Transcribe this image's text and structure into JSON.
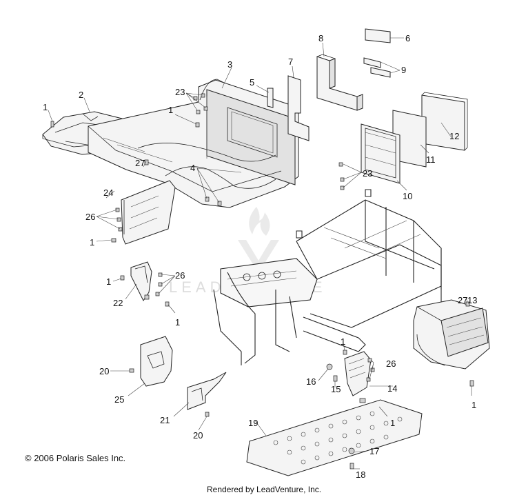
{
  "callouts": [
    {
      "id": "c1a",
      "text": "1"
    },
    {
      "id": "c2",
      "text": "2"
    },
    {
      "id": "c3",
      "text": "3"
    },
    {
      "id": "c5",
      "text": "5"
    },
    {
      "id": "c7",
      "text": "7"
    },
    {
      "id": "c8",
      "text": "8"
    },
    {
      "id": "c6",
      "text": "6"
    },
    {
      "id": "c9",
      "text": "9"
    },
    {
      "id": "c23a",
      "text": "23"
    },
    {
      "id": "c1b",
      "text": "1"
    },
    {
      "id": "c12",
      "text": "12"
    },
    {
      "id": "c11",
      "text": "11"
    },
    {
      "id": "c10",
      "text": "10"
    },
    {
      "id": "c23b",
      "text": "23"
    },
    {
      "id": "c4",
      "text": "4"
    },
    {
      "id": "c27a",
      "text": "27"
    },
    {
      "id": "c24",
      "text": "24"
    },
    {
      "id": "c26a",
      "text": "26"
    },
    {
      "id": "c1c",
      "text": "1"
    },
    {
      "id": "c1d",
      "text": "1"
    },
    {
      "id": "c26b",
      "text": "26"
    },
    {
      "id": "c22",
      "text": "22"
    },
    {
      "id": "c1e",
      "text": "1"
    },
    {
      "id": "c13",
      "text": "13"
    },
    {
      "id": "c27b",
      "text": "27"
    },
    {
      "id": "c1f",
      "text": "1"
    },
    {
      "id": "c26c",
      "text": "26"
    },
    {
      "id": "c20a",
      "text": "20"
    },
    {
      "id": "c16",
      "text": "16"
    },
    {
      "id": "c15",
      "text": "15"
    },
    {
      "id": "c14",
      "text": "14"
    },
    {
      "id": "c1g",
      "text": "1"
    },
    {
      "id": "c25",
      "text": "25"
    },
    {
      "id": "c21",
      "text": "21"
    },
    {
      "id": "c19",
      "text": "19"
    },
    {
      "id": "c20b",
      "text": "20"
    },
    {
      "id": "c1h",
      "text": "1"
    },
    {
      "id": "c17",
      "text": "17"
    },
    {
      "id": "c18",
      "text": "18"
    }
  ],
  "watermark": "LEADVENTURE",
  "copyright": "© 2006 Polaris Sales Inc.",
  "rendered_by": "Rendered by LeadVenture, Inc."
}
